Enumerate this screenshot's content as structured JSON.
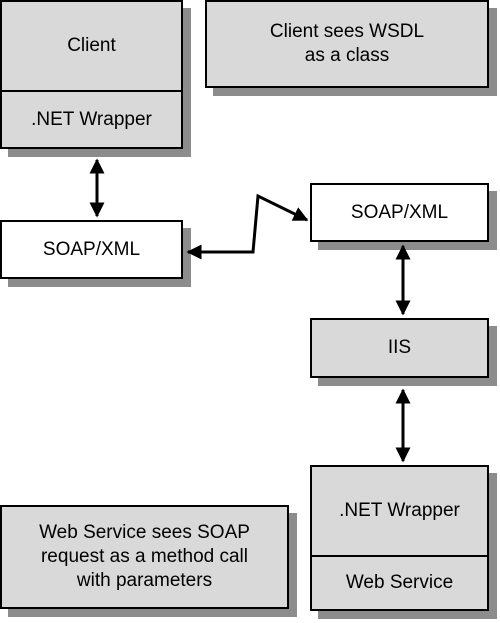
{
  "nodes": {
    "client": "Client",
    "client_wrapper": ".NET Wrapper",
    "client_note": "Client sees WSDL as a class",
    "soap_left": "SOAP/XML",
    "soap_right": "SOAP/XML",
    "iis": "IIS",
    "service_wrapper": ".NET Wrapper",
    "web_service": "Web Service",
    "service_note": "Web Service sees SOAP request as a method call with parameters"
  },
  "colors": {
    "box_grey": "#d9d9d9",
    "shadow": "#8c8c8c",
    "stroke": "#000000"
  }
}
